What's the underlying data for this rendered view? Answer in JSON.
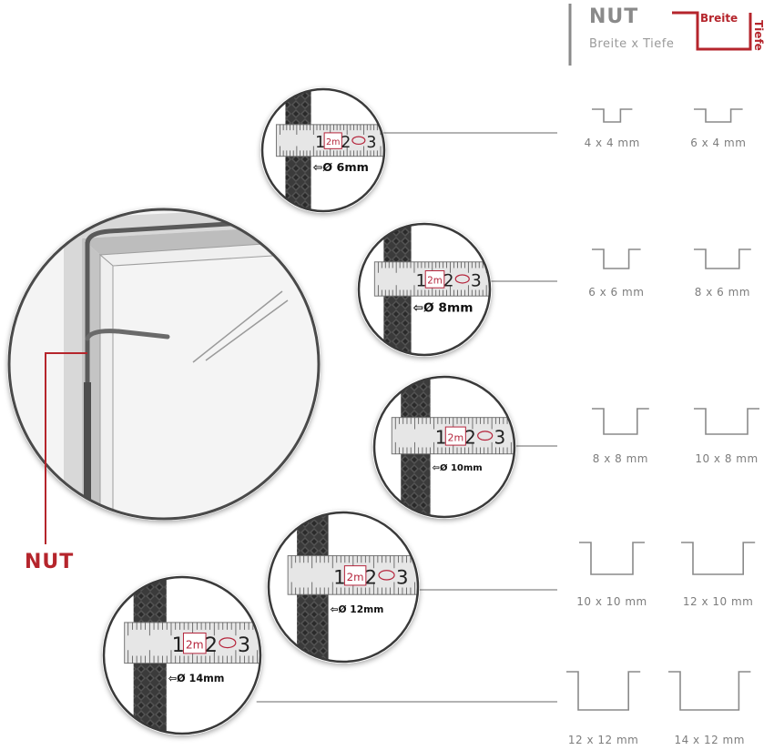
{
  "header": {
    "title": "NUT",
    "subtitle": "Breite x Tiefe",
    "legend_width_label": "Breite",
    "legend_depth_label": "Tiefe"
  },
  "main_label": "NUT",
  "ropes": [
    {
      "diameter_label": "⇦Ø 6mm",
      "tape_unit": "2m",
      "tape_numbers": [
        "1",
        "2",
        "3"
      ]
    },
    {
      "diameter_label": "⇦Ø 8mm",
      "tape_unit": "2m",
      "tape_numbers": [
        "1",
        "2",
        "3"
      ]
    },
    {
      "diameter_label": "⇦Ø 10mm",
      "tape_unit": "2m",
      "tape_numbers": [
        "1",
        "2",
        "3"
      ]
    },
    {
      "diameter_label": "⇦Ø 12mm",
      "tape_unit": "2m",
      "tape_numbers": [
        "1",
        "2",
        "3"
      ]
    },
    {
      "diameter_label": "⇦Ø 14mm",
      "tape_unit": "2m",
      "tape_numbers": [
        "1",
        "2",
        "3"
      ]
    }
  ],
  "grooves": [
    [
      {
        "width": 4,
        "depth": 4,
        "label": "4 x 4 mm"
      },
      {
        "width": 6,
        "depth": 4,
        "label": "6 x 4 mm"
      }
    ],
    [
      {
        "width": 6,
        "depth": 6,
        "label": "6 x 6 mm"
      },
      {
        "width": 8,
        "depth": 6,
        "label": "8 x 6 mm"
      }
    ],
    [
      {
        "width": 8,
        "depth": 8,
        "label": "8 x 8 mm"
      },
      {
        "width": 10,
        "depth": 8,
        "label": "10 x 8 mm"
      }
    ],
    [
      {
        "width": 10,
        "depth": 10,
        "label": "10 x 10 mm"
      },
      {
        "width": 12,
        "depth": 10,
        "label": "12 x 10 mm"
      }
    ],
    [
      {
        "width": 12,
        "depth": 12,
        "label": "12 x 12 mm"
      },
      {
        "width": 14,
        "depth": 12,
        "label": "14 x 12 mm"
      }
    ]
  ],
  "colors": {
    "accent": "#b5252c",
    "line": "#8a8a8a",
    "rope": "#3a3a3a",
    "tape": "#e6e6e6"
  }
}
